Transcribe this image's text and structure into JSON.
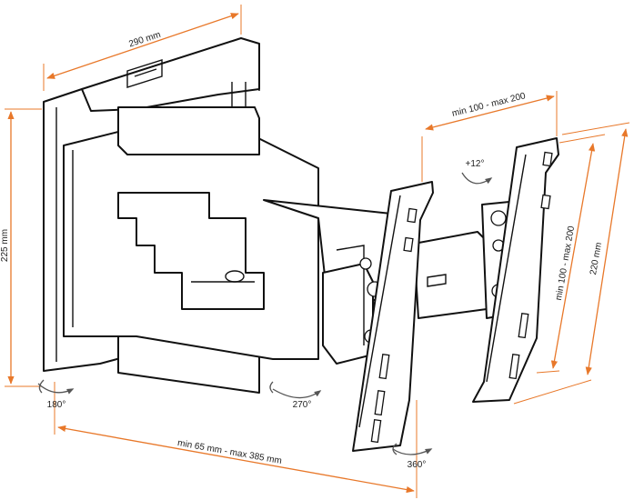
{
  "dimensions": {
    "width_top": "290 mm",
    "height_left": "225 mm",
    "vesa_horizontal": "min 100 - max 200",
    "vesa_vertical": "min 100 - max 200",
    "height_right": "220 mm",
    "extension": "min 65 mm - max 385 mm"
  },
  "rotations": {
    "wall_swivel": "180°",
    "arm_swivel": "270°",
    "tilt": "+12°",
    "rotation": "360°"
  },
  "colors": {
    "dimension_lines": "#e8782a",
    "outline": "#111111",
    "background": "#ffffff"
  }
}
